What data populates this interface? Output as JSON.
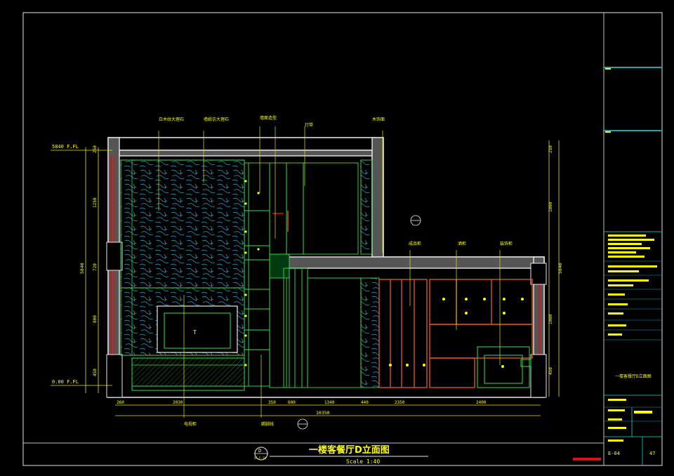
{
  "drawing": {
    "title": "一楼客餐厅D立面图",
    "scale": "Scale 1:40",
    "symbol_number": "D",
    "symbol_sub": "SF-F-18",
    "colors": {
      "background": "#000000",
      "frame": "#bfbfbf",
      "wall": "#e8e8e8",
      "dimension": "#e6e600",
      "annotation": "#ffff00",
      "marble": "#2f8fb0",
      "cabinet": "#d4571f",
      "fixture": "#39e04a",
      "accent_red": "#e01010",
      "title_block_line": "#19a6b0"
    }
  },
  "levels": {
    "top": "5840 F.FL",
    "bottom": "0.00 F.FL"
  },
  "dimensions": {
    "bottom": [
      "260",
      "2030",
      "350",
      "600",
      "1340",
      "440",
      "2350",
      "2400"
    ],
    "bottom_total": "10350",
    "left": [
      "250",
      "1250",
      "720",
      "800",
      "450"
    ],
    "left_total": "5840",
    "right_upper": [
      "250",
      "1860"
    ],
    "right_total": "5840",
    "right_lower": [
      "1080",
      "450"
    ]
  },
  "annotations_top": [
    "白木纹大理石",
    "墙纸仿大理石",
    "墙面造型",
    "灯带",
    "木饰面"
  ],
  "annotations_mid": [
    "成品柜",
    "酒柜",
    "装饰柜"
  ],
  "annotations_bottom": [
    "电视柜",
    "踢脚线"
  ],
  "title_block": {
    "drawing_name": "一楼客餐厅D立面图",
    "sheet_code": "E-04",
    "page": "47"
  }
}
